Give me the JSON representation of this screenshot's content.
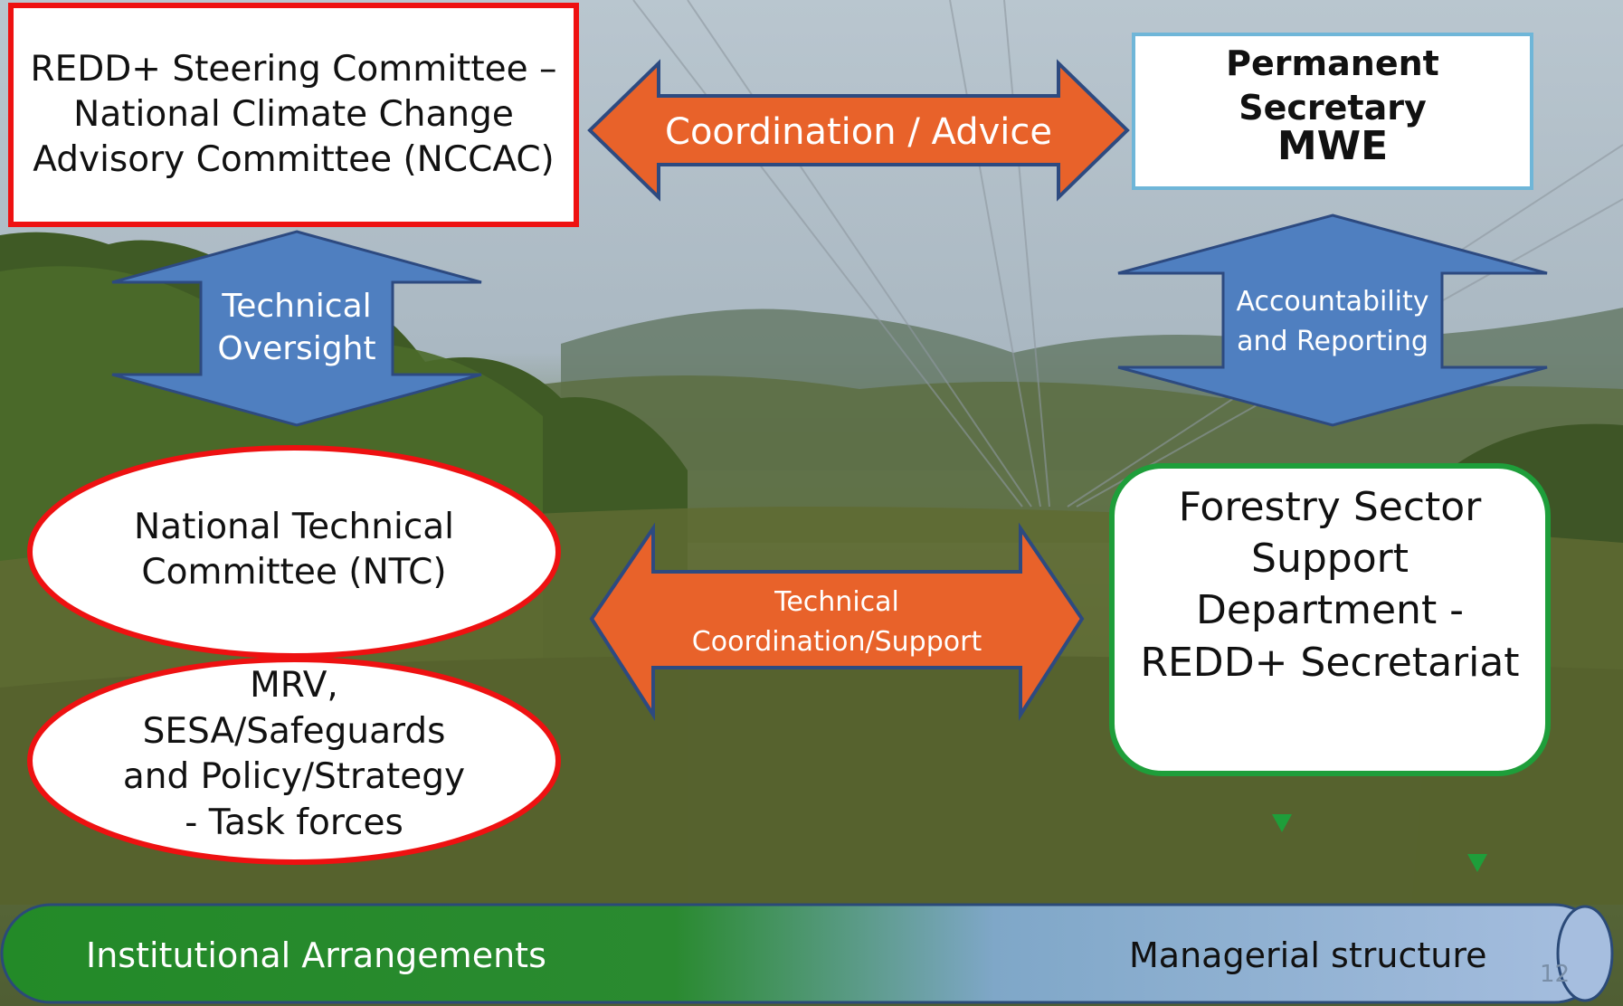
{
  "colors": {
    "red_border": "#ee1111",
    "green_border": "#1e9e3a",
    "orange_arrow": "#e8622a",
    "blue_arrow": "#4f7fc0",
    "banner_green": "#228822",
    "banner_blue": "#9db8dc"
  },
  "boxes": {
    "nccac": [
      "REDD+ Steering Committee –",
      "National Climate Change",
      "Advisory Committee (NCCAC)"
    ],
    "ps_title": "Permanent Secretary",
    "ps_org": "MWE",
    "ntc": [
      "National Technical",
      "Committee (NTC)"
    ],
    "taskforces": [
      "MRV,",
      "SESA/Safeguards",
      "and Policy/Strategy",
      "- Task forces"
    ],
    "fssd": [
      "Forestry Sector",
      "Support",
      "Department  -",
      "REDD+ Secretariat"
    ]
  },
  "arrows": {
    "coordination": "Coordination / Advice",
    "oversight": [
      "Technical",
      "Oversight"
    ],
    "accountability": [
      "Accountability",
      "and Reporting"
    ],
    "tech_coord": [
      "Technical",
      "Coordination/Support"
    ]
  },
  "banner": {
    "left": "Institutional  Arrangements",
    "right": "Managerial structure"
  },
  "slide_number": "12"
}
